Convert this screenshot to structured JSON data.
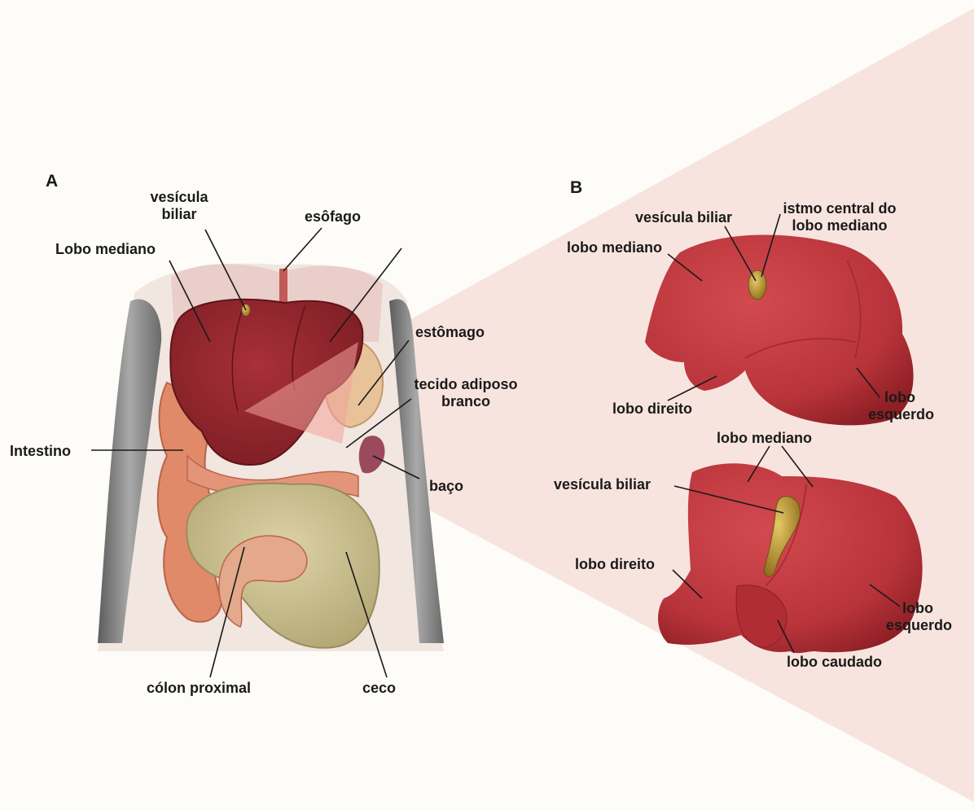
{
  "panel_a": {
    "letter": "A",
    "labels": {
      "vesicula_biliar": "vesícula\nbiliar",
      "esofago": "esôfago",
      "lobo_mediano": "Lobo mediano",
      "estomago": "estômago",
      "tecido_adiposo": "tecido adiposo\nbranco",
      "intestino": "Intestino",
      "baco": "baço",
      "colon_proximal": "cólon proximal",
      "ceco": "ceco"
    }
  },
  "panel_b": {
    "letter": "B",
    "top_view": {
      "vesicula_biliar": "vesícula biliar",
      "istmo": "istmo central do\nlobo mediano",
      "lobo_mediano": "lobo mediano",
      "lobo_direito": "lobo direito",
      "lobo_esquerdo": "lobo\nesquerdo"
    },
    "bottom_view": {
      "lobo_mediano": "lobo mediano",
      "vesicula_biliar": "vesícula biliar",
      "lobo_direito": "lobo direito",
      "lobo_esquerdo": "lobo\nesquerdo",
      "lobo_caudado": "lobo caudado"
    }
  },
  "colors": {
    "liver": "#b8343a",
    "liver_dark": "#8e1f25",
    "gallbladder": "#b5962e",
    "stomach": "#e8c39a",
    "intestine": "#e08a6a",
    "colon": "#c9bf8f",
    "projection": "#f7e1dc",
    "label": "#1a1a1a"
  }
}
